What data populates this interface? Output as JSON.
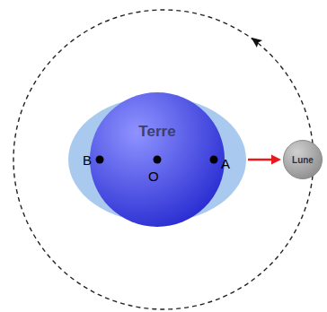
{
  "diagram": {
    "nodes": [
      {
        "text": [
          "Terre"
        ]
      },
      {
        "text": [
          "Lune"
        ]
      }
    ],
    "labels": [
      "B",
      "O",
      "A"
    ]
  }
}
